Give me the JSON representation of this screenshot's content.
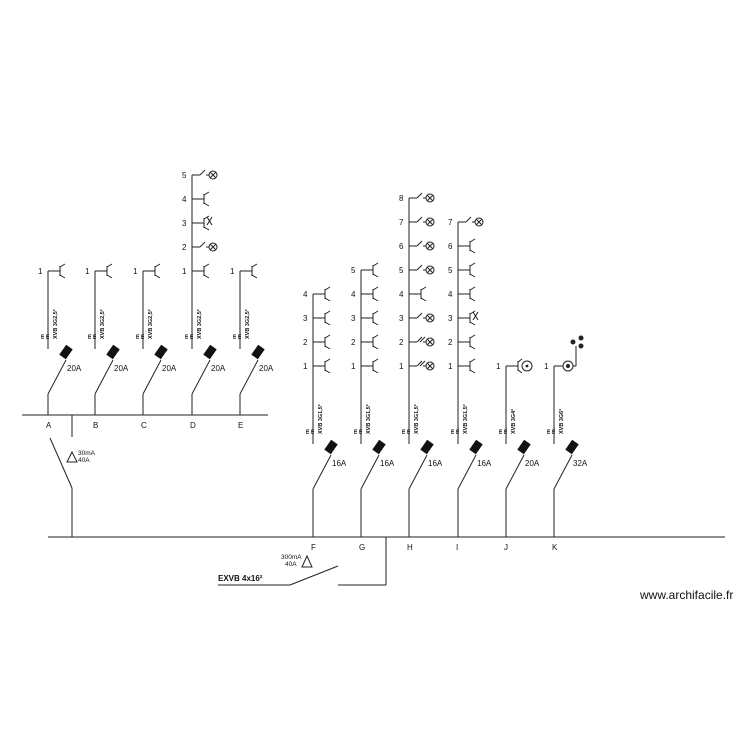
{
  "watermark": "www.archifacile.fr",
  "feeder_cable": "EXVB 4x16²",
  "differentials": [
    {
      "id": "diff-1",
      "sensitivity": "30mA",
      "rating": "40A"
    },
    {
      "id": "diff-2",
      "sensitivity": "300mA",
      "rating": "40A"
    }
  ],
  "circuits": [
    {
      "label": "A",
      "breaker": "20A",
      "cable": "XVB 3G2,5²",
      "outlets": [
        {
          "n": "1",
          "type": "socket"
        }
      ]
    },
    {
      "label": "B",
      "breaker": "20A",
      "cable": "XVB 3G2,5²",
      "outlets": [
        {
          "n": "1",
          "type": "socket"
        }
      ]
    },
    {
      "label": "C",
      "breaker": "20A",
      "cable": "XVB 3G2,5²",
      "outlets": [
        {
          "n": "1",
          "type": "socket"
        }
      ]
    },
    {
      "label": "D",
      "breaker": "20A",
      "cable": "XVB 3G2,5²",
      "outlets": [
        {
          "n": "1",
          "type": "socket"
        },
        {
          "n": "2",
          "type": "light"
        },
        {
          "n": "3",
          "type": "socket-special"
        },
        {
          "n": "4",
          "type": "socket"
        },
        {
          "n": "5",
          "type": "light"
        }
      ]
    },
    {
      "label": "E",
      "breaker": "20A",
      "cable": "XVB 3G2,5²",
      "outlets": [
        {
          "n": "1",
          "type": "socket"
        }
      ]
    },
    {
      "label": "F",
      "breaker": "16A",
      "cable": "XVB 3G1,5²",
      "outlets": [
        {
          "n": "1",
          "type": "socket"
        },
        {
          "n": "2",
          "type": "socket"
        },
        {
          "n": "3",
          "type": "socket"
        },
        {
          "n": "4",
          "type": "socket"
        }
      ]
    },
    {
      "label": "G",
      "breaker": "16A",
      "cable": "XVB 3G1,5²",
      "outlets": [
        {
          "n": "1",
          "type": "socket"
        },
        {
          "n": "2",
          "type": "socket"
        },
        {
          "n": "3",
          "type": "socket"
        },
        {
          "n": "4",
          "type": "socket"
        },
        {
          "n": "5",
          "type": "socket"
        }
      ]
    },
    {
      "label": "H",
      "breaker": "16A",
      "cable": "XVB 3G1,5²",
      "outlets": [
        {
          "n": "1",
          "type": "light-double"
        },
        {
          "n": "2",
          "type": "light-double"
        },
        {
          "n": "3",
          "type": "light"
        },
        {
          "n": "4",
          "type": "socket"
        },
        {
          "n": "5",
          "type": "light"
        },
        {
          "n": "6",
          "type": "light"
        },
        {
          "n": "7",
          "type": "light"
        },
        {
          "n": "8",
          "type": "light"
        }
      ]
    },
    {
      "label": "I",
      "breaker": "16A",
      "cable": "XVB 3G1,5²",
      "outlets": [
        {
          "n": "1",
          "type": "socket"
        },
        {
          "n": "2",
          "type": "socket"
        },
        {
          "n": "3",
          "type": "socket-special"
        },
        {
          "n": "4",
          "type": "socket"
        },
        {
          "n": "5",
          "type": "socket"
        },
        {
          "n": "6",
          "type": "socket"
        },
        {
          "n": "7",
          "type": "light"
        }
      ]
    },
    {
      "label": "J",
      "breaker": "20A",
      "cable": "XVB 3G4²",
      "outlets": [
        {
          "n": "1",
          "type": "appliance"
        }
      ]
    },
    {
      "label": "K",
      "breaker": "32A",
      "cable": "XVB 3G6²",
      "outlets": [
        {
          "n": "1",
          "type": "cooktop"
        }
      ]
    }
  ]
}
